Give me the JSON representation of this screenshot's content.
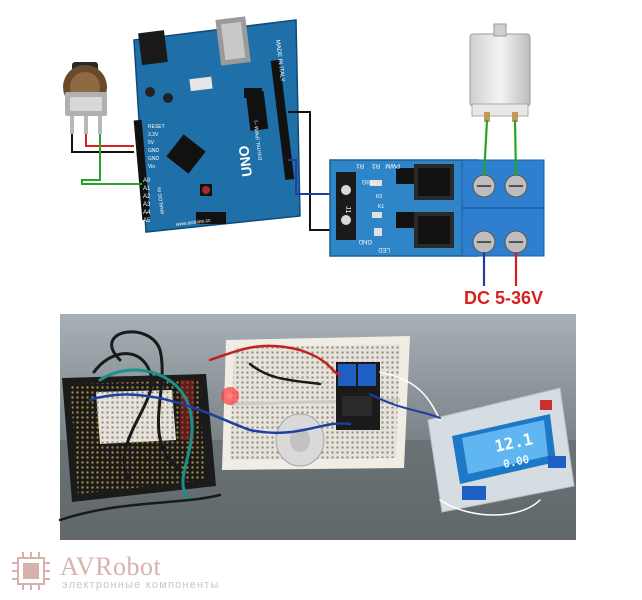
{
  "diagram": {
    "board_label": "UNO",
    "board_brand": "MADE IN ITALY",
    "board_site": "www.arduino.cc",
    "board_digital": "DIGITAL (PWM ~)",
    "board_analog_in": "ANALOG IN",
    "board_pins_left": [
      "RESET",
      "3.3V",
      "5V",
      "GND",
      "GND",
      "Vin"
    ],
    "board_pins_analog": [
      "A0",
      "A1",
      "A2",
      "A3",
      "A4",
      "A5"
    ],
    "module_header": [
      "R1",
      "R3",
      "PWM"
    ],
    "module_pins": [
      "TRIG",
      "GND"
    ],
    "module_j1": "J1",
    "module_led": "LED",
    "module_r2": "R2",
    "module_k1": "K1",
    "power_label": "DC 5-36V",
    "colors": {
      "arduino": "#1f6fa8",
      "module": "#2e86c9",
      "terminal": "#2f7fd0",
      "power_label": "#d92020",
      "wire_red": "#d62020",
      "wire_green": "#27a327",
      "wire_black": "#111111",
      "wire_blue": "#1e3fa0"
    }
  },
  "photo": {
    "display_value_1": "12.1",
    "display_value_2": "0.00"
  },
  "logo": {
    "text": "AVRobot",
    "subtitle": "электронные компоненты"
  }
}
